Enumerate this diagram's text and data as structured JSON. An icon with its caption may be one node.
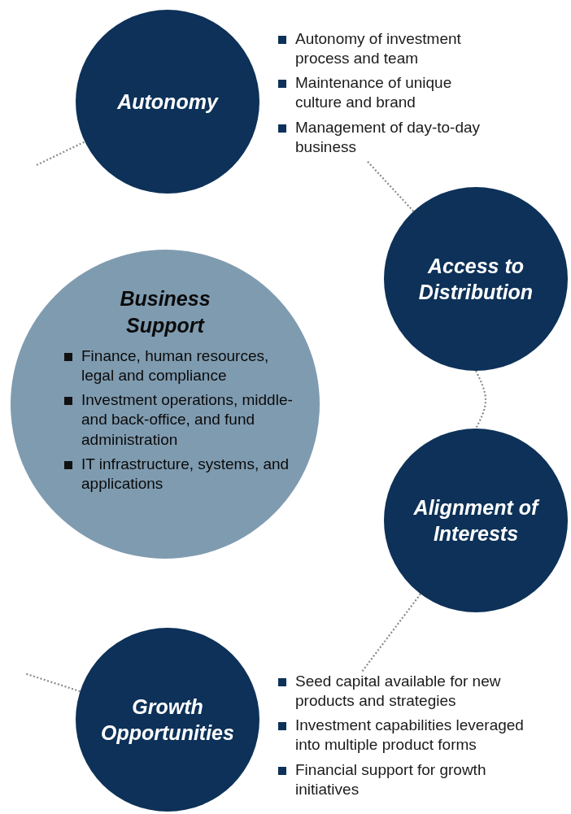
{
  "diagram": {
    "nodes": [
      {
        "text": [
          "Autonomy"
        ]
      },
      {
        "text": [
          "Autonomy of investment process and team",
          "Maintenance of unique culture and brand",
          "Management of day-to-day business"
        ]
      },
      {
        "text": [
          "Access to Distribution"
        ]
      },
      {
        "text": [
          "Business Support",
          "Finance, human resources, legal and compliance",
          "Investment operations, middle- and back-office, and fund administration",
          "IT infrastructure, systems, and applications"
        ]
      },
      {
        "text": [
          "Alignment of Interests"
        ]
      },
      {
        "text": [
          "Growth Opportunities"
        ]
      },
      {
        "text": [
          "Seed capital available for new products and strategies",
          "Investment capabilities leveraged into multiple product forms",
          "Financial support for growth initiatives"
        ]
      }
    ],
    "edges": [
      {
        "from": null,
        "to": 0,
        "arrow": "none",
        "style": "dashed"
      },
      {
        "from": 1,
        "to": 2,
        "arrow": "none",
        "style": "dashed"
      },
      {
        "from": 2,
        "to": 4,
        "arrow": "none",
        "style": "dashed"
      },
      {
        "from": 4,
        "to": 6,
        "arrow": "none",
        "style": "dashed"
      },
      {
        "from": 5,
        "to": null,
        "arrow": "none",
        "style": "dashed"
      }
    ]
  }
}
